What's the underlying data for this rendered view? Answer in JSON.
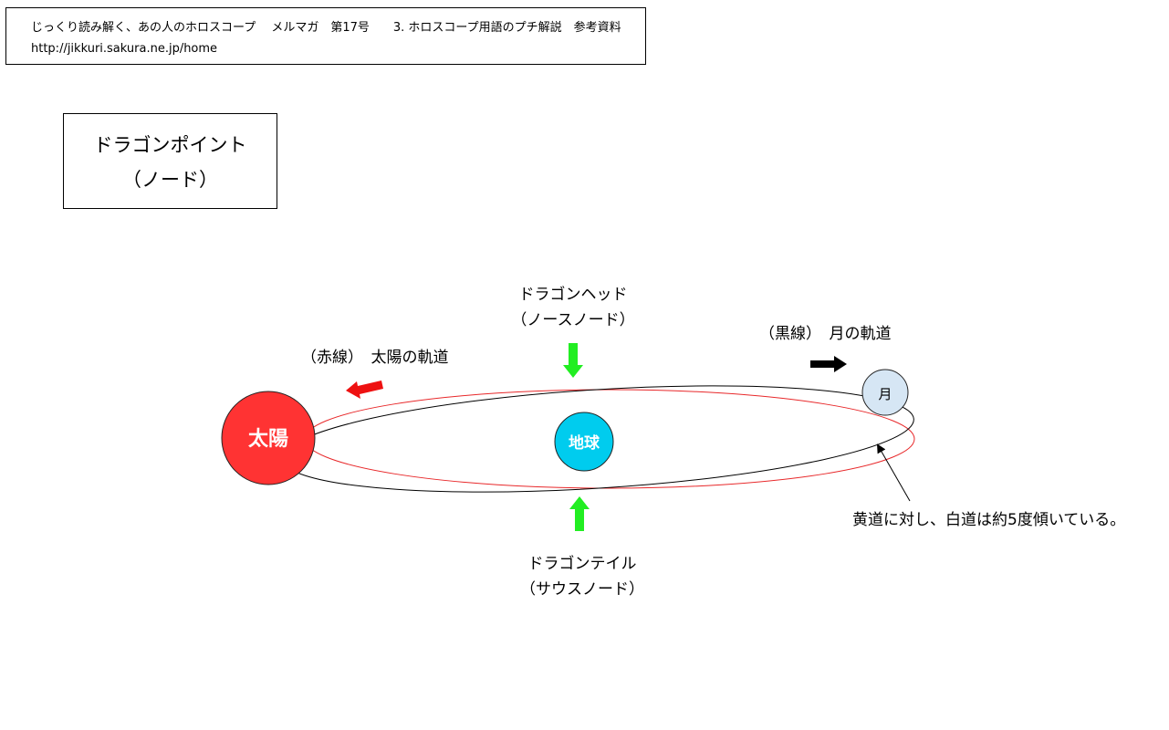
{
  "header": {
    "line1": "じっくり読み解く、あの人のホロスコープ　 メルマガ　第17号　　3. ホロスコープ用語のプチ解説　参考資料",
    "url": "http://jikkuri.sakura.ne.jp/home"
  },
  "title": {
    "line1": "ドラゴンポイント",
    "line2": "（ノード）"
  },
  "labels": {
    "dragon_head": "ドラゴンヘッド",
    "north_node": "（ノースノード）",
    "dragon_tail": "ドラゴンテイル",
    "south_node": "（サウスノード）",
    "sun_orbit": "（赤線）　太陽の軌道",
    "moon_orbit": "（黒線）　月の軌道",
    "tilt_note": "黄道に対し、白道は約5度傾いている。",
    "sun": "太陽",
    "earth": "地球",
    "moon": "月"
  },
  "colors": {
    "sun": "#ff3333",
    "earth": "#00ccee",
    "moon": "#d6e6f4",
    "sun_orbit": "#e8282a",
    "moon_orbit": "#000000",
    "node_arrow": "#22ee22",
    "red_arrow": "#ee1111"
  },
  "icons": {
    "head_arrow": "arrow-down-green",
    "tail_arrow": "arrow-up-green",
    "sun_orbit_arrow": "arrow-left-red",
    "moon_orbit_arrow": "arrow-right-black",
    "pointer_arrow": "arrow-up-left-thin"
  }
}
